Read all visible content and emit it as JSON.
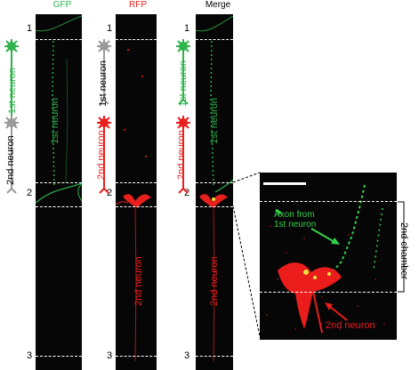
{
  "headers": {
    "gfp": "GFP",
    "rfp": "RFP",
    "merge": "Merge"
  },
  "segment_numbers": {
    "one": "1",
    "two": "2",
    "three": "3"
  },
  "labels": {
    "first_neuron": "1st neuron",
    "second_neuron": "2nd neuron",
    "axon_from": "Axon from",
    "first_neuron_lower": "1st neuron",
    "second_chamber": "2nd chamber"
  },
  "colors": {
    "gfp_green": "#2fb34a",
    "rfp_red": "#e8201e",
    "neutral_gray": "#9a9a9a",
    "merge_yellow": "#e6e23a",
    "background": "#000000"
  }
}
